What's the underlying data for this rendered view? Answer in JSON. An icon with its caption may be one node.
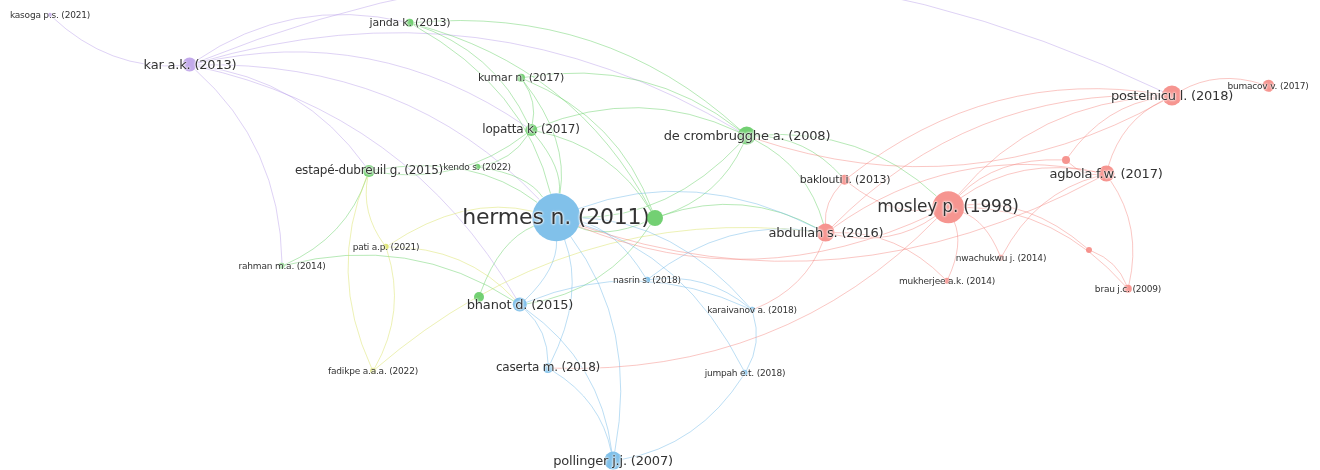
{
  "diagram": {
    "nodes": [
      {
        "text": [
          "kasoga p.s. (2021)"
        ]
      },
      {
        "text": [
          "janda k. (2013)"
        ]
      },
      {
        "text": [
          "kar a.k. (2013)"
        ]
      },
      {
        "text": [
          "kumar n. (2017)"
        ]
      },
      {
        "text": [
          "postelnicu l. (2018)"
        ]
      },
      {
        "text": [
          "bumacov v. (2017)"
        ]
      },
      {
        "text": [
          "lopatta k. (2017)"
        ]
      },
      {
        "text": [
          "de crombrugghe a. (2008)"
        ]
      },
      {
        "text": [
          "estapé-dubreuil g. (2015)"
        ]
      },
      {
        "text": [
          "kendo s. (2022)"
        ]
      },
      {
        "text": [
          "baklouti i. (2013)"
        ]
      },
      {
        "text": [
          "agbola f.w. (2017)"
        ]
      },
      {
        "text": [],
        "shape": "circle"
      },
      {
        "text": [
          "hermes n. (2011)"
        ]
      },
      {
        "text": [],
        "shape": "circle"
      },
      {
        "text": [
          "mosley p. (1998)"
        ]
      },
      {
        "text": [
          "abdullah s. (2016)"
        ]
      },
      {
        "text": [
          "pati a.p. (2021)"
        ]
      },
      {
        "text": [],
        "shape": "circle"
      },
      {
        "text": [
          "rahman m.a. (2014)"
        ]
      },
      {
        "text": [
          "nwachukwu j. (2014)"
        ]
      },
      {
        "text": [
          "nasrin s. (2018)"
        ]
      },
      {
        "text": [
          "mukherjee a.k. (2014)"
        ]
      },
      {
        "text": [
          "brau j.c. (2009)"
        ]
      },
      {
        "text": [],
        "shape": "circle"
      },
      {
        "text": [
          "bhanot d. (2015)"
        ]
      },
      {
        "text": [
          "karaivanov a. (2018)"
        ]
      },
      {
        "text": [
          "caserta m. (2018)"
        ]
      },
      {
        "text": [
          "fadikpe a.a.a. (2022)"
        ]
      },
      {
        "text": [
          "jumpah e.t. (2018)"
        ]
      },
      {
        "text": [
          "pollinger j.j. (2007)"
        ]
      }
    ],
    "edges": [
      {
        "from": 2,
        "to": 0,
        "arrow": "none",
        "color": "#b59be8"
      },
      {
        "from": 2,
        "to": 1,
        "arrow": "none",
        "color": "#b59be8"
      },
      {
        "from": 2,
        "to": 6,
        "arrow": "none",
        "color": "#b59be8"
      },
      {
        "from": 2,
        "to": 13,
        "arrow": "none",
        "color": "#b59be8"
      },
      {
        "from": 2,
        "to": 25,
        "arrow": "none",
        "color": "#b59be8"
      },
      {
        "from": 2,
        "to": 4,
        "arrow": "none",
        "color": "#b59be8"
      },
      {
        "from": 2,
        "to": 7,
        "arrow": "none",
        "color": "#b59be8"
      },
      {
        "from": 2,
        "to": 19,
        "arrow": "none",
        "color": "#b59be8"
      },
      {
        "from": 2,
        "to": 8,
        "arrow": "none",
        "color": "#b59be8"
      },
      {
        "from": 1,
        "to": 6,
        "arrow": "none",
        "color": "#5fcf5f"
      },
      {
        "from": 1,
        "to": 13,
        "arrow": "none",
        "color": "#5fcf5f"
      },
      {
        "from": 1,
        "to": 14,
        "arrow": "none",
        "color": "#5fcf5f"
      },
      {
        "from": 1,
        "to": 7,
        "arrow": "none",
        "color": "#5fcf5f"
      },
      {
        "from": 3,
        "to": 6,
        "arrow": "none",
        "color": "#5fcf5f"
      },
      {
        "from": 3,
        "to": 13,
        "arrow": "none",
        "color": "#5fcf5f"
      },
      {
        "from": 3,
        "to": 14,
        "arrow": "none",
        "color": "#5fcf5f"
      },
      {
        "from": 3,
        "to": 7,
        "arrow": "none",
        "color": "#5fcf5f"
      },
      {
        "from": 6,
        "to": 13,
        "arrow": "none",
        "color": "#5fcf5f"
      },
      {
        "from": 6,
        "to": 14,
        "arrow": "none",
        "color": "#5fcf5f"
      },
      {
        "from": 6,
        "to": 7,
        "arrow": "none",
        "color": "#5fcf5f"
      },
      {
        "from": 6,
        "to": 8,
        "arrow": "none",
        "color": "#5fcf5f"
      },
      {
        "from": 6,
        "to": 9,
        "arrow": "none",
        "color": "#5fcf5f"
      },
      {
        "from": 8,
        "to": 13,
        "arrow": "none",
        "color": "#5fcf5f"
      },
      {
        "from": 8,
        "to": 19,
        "arrow": "none",
        "color": "#5fcf5f"
      },
      {
        "from": 7,
        "to": 14,
        "arrow": "none",
        "color": "#5fcf5f"
      },
      {
        "from": 7,
        "to": 13,
        "arrow": "none",
        "color": "#5fcf5f"
      },
      {
        "from": 7,
        "to": 16,
        "arrow": "none",
        "color": "#5fcf5f"
      },
      {
        "from": 7,
        "to": 15,
        "arrow": "none",
        "color": "#5fcf5f"
      },
      {
        "from": 7,
        "to": 10,
        "arrow": "none",
        "color": "#5fcf5f"
      },
      {
        "from": 9,
        "to": 13,
        "arrow": "none",
        "color": "#5fcf5f"
      },
      {
        "from": 19,
        "to": 25,
        "arrow": "none",
        "color": "#5fcf5f"
      },
      {
        "from": 14,
        "to": 13,
        "arrow": "none",
        "color": "#5fcf5f"
      },
      {
        "from": 14,
        "to": 16,
        "arrow": "none",
        "color": "#5fcf5f"
      },
      {
        "from": 14,
        "to": 25,
        "arrow": "none",
        "color": "#5fcf5f"
      },
      {
        "from": 24,
        "to": 13,
        "arrow": "none",
        "color": "#5fcf5f"
      },
      {
        "from": 17,
        "to": 28,
        "arrow": "none",
        "color": "#d8df5a"
      },
      {
        "from": 17,
        "to": 13,
        "arrow": "none",
        "color": "#d8df5a"
      },
      {
        "from": 17,
        "to": 25,
        "arrow": "none",
        "color": "#d8df5a"
      },
      {
        "from": 28,
        "to": 8,
        "arrow": "none",
        "color": "#d8df5a"
      },
      {
        "from": 28,
        "to": 16,
        "arrow": "none",
        "color": "#d8df5a"
      },
      {
        "from": 17,
        "to": 8,
        "arrow": "none",
        "color": "#d8df5a"
      },
      {
        "from": 13,
        "to": 25,
        "arrow": "none",
        "color": "#6bb6e6"
      },
      {
        "from": 13,
        "to": 27,
        "arrow": "none",
        "color": "#6bb6e6"
      },
      {
        "from": 13,
        "to": 21,
        "arrow": "none",
        "color": "#6bb6e6"
      },
      {
        "from": 13,
        "to": 26,
        "arrow": "none",
        "color": "#6bb6e6"
      },
      {
        "from": 13,
        "to": 29,
        "arrow": "none",
        "color": "#6bb6e6"
      },
      {
        "from": 13,
        "to": 30,
        "arrow": "none",
        "color": "#6bb6e6"
      },
      {
        "from": 25,
        "to": 27,
        "arrow": "none",
        "color": "#6bb6e6"
      },
      {
        "from": 25,
        "to": 30,
        "arrow": "none",
        "color": "#6bb6e6"
      },
      {
        "from": 27,
        "to": 30,
        "arrow": "none",
        "color": "#6bb6e6"
      },
      {
        "from": 21,
        "to": 26,
        "arrow": "none",
        "color": "#6bb6e6"
      },
      {
        "from": 26,
        "to": 29,
        "arrow": "none",
        "color": "#6bb6e6"
      },
      {
        "from": 29,
        "to": 30,
        "arrow": "none",
        "color": "#6bb6e6"
      },
      {
        "from": 13,
        "to": 16,
        "arrow": "none",
        "color": "#6bb6e6"
      },
      {
        "from": 25,
        "to": 26,
        "arrow": "none",
        "color": "#6bb6e6"
      },
      {
        "from": 21,
        "to": 16,
        "arrow": "none",
        "color": "#6bb6e6"
      },
      {
        "from": 15,
        "to": 16,
        "arrow": "none",
        "color": "#f4837d"
      },
      {
        "from": 15,
        "to": 10,
        "arrow": "none",
        "color": "#f4837d"
      },
      {
        "from": 15,
        "to": 11,
        "arrow": "none",
        "color": "#f4837d"
      },
      {
        "from": 15,
        "to": 4,
        "arrow": "none",
        "color": "#f4837d"
      },
      {
        "from": 15,
        "to": 12,
        "arrow": "none",
        "color": "#f4837d"
      },
      {
        "from": 15,
        "to": 18,
        "arrow": "none",
        "color": "#f4837d"
      },
      {
        "from": 15,
        "to": 20,
        "arrow": "none",
        "color": "#f4837d"
      },
      {
        "from": 15,
        "to": 22,
        "arrow": "none",
        "color": "#f4837d"
      },
      {
        "from": 15,
        "to": 23,
        "arrow": "none",
        "color": "#f4837d"
      },
      {
        "from": 16,
        "to": 10,
        "arrow": "none",
        "color": "#f4837d"
      },
      {
        "from": 16,
        "to": 11,
        "arrow": "none",
        "color": "#f4837d"
      },
      {
        "from": 16,
        "to": 4,
        "arrow": "none",
        "color": "#f4837d"
      },
      {
        "from": 16,
        "to": 22,
        "arrow": "none",
        "color": "#f4837d"
      },
      {
        "from": 10,
        "to": 4,
        "arrow": "none",
        "color": "#f4837d"
      },
      {
        "from": 11,
        "to": 4,
        "arrow": "none",
        "color": "#f4837d"
      },
      {
        "from": 4,
        "to": 5,
        "arrow": "none",
        "color": "#f4837d"
      },
      {
        "from": 11,
        "to": 12,
        "arrow": "none",
        "color": "#f4837d"
      },
      {
        "from": 11,
        "to": 23,
        "arrow": "none",
        "color": "#f4837d"
      },
      {
        "from": 18,
        "to": 23,
        "arrow": "none",
        "color": "#f4837d"
      },
      {
        "from": 12,
        "to": 4,
        "arrow": "none",
        "color": "#f4837d"
      },
      {
        "from": 20,
        "to": 11,
        "arrow": "none",
        "color": "#f4837d"
      },
      {
        "from": 15,
        "to": 13,
        "arrow": "none",
        "color": "#f4837d"
      },
      {
        "from": 11,
        "to": 13,
        "arrow": "none",
        "color": "#f4837d"
      },
      {
        "from": 16,
        "to": 26,
        "arrow": "none",
        "color": "#f4837d"
      },
      {
        "from": 15,
        "to": 27,
        "arrow": "none",
        "color": "#f4837d"
      },
      {
        "from": 4,
        "to": 7,
        "arrow": "none",
        "color": "#f4837d"
      }
    ]
  }
}
